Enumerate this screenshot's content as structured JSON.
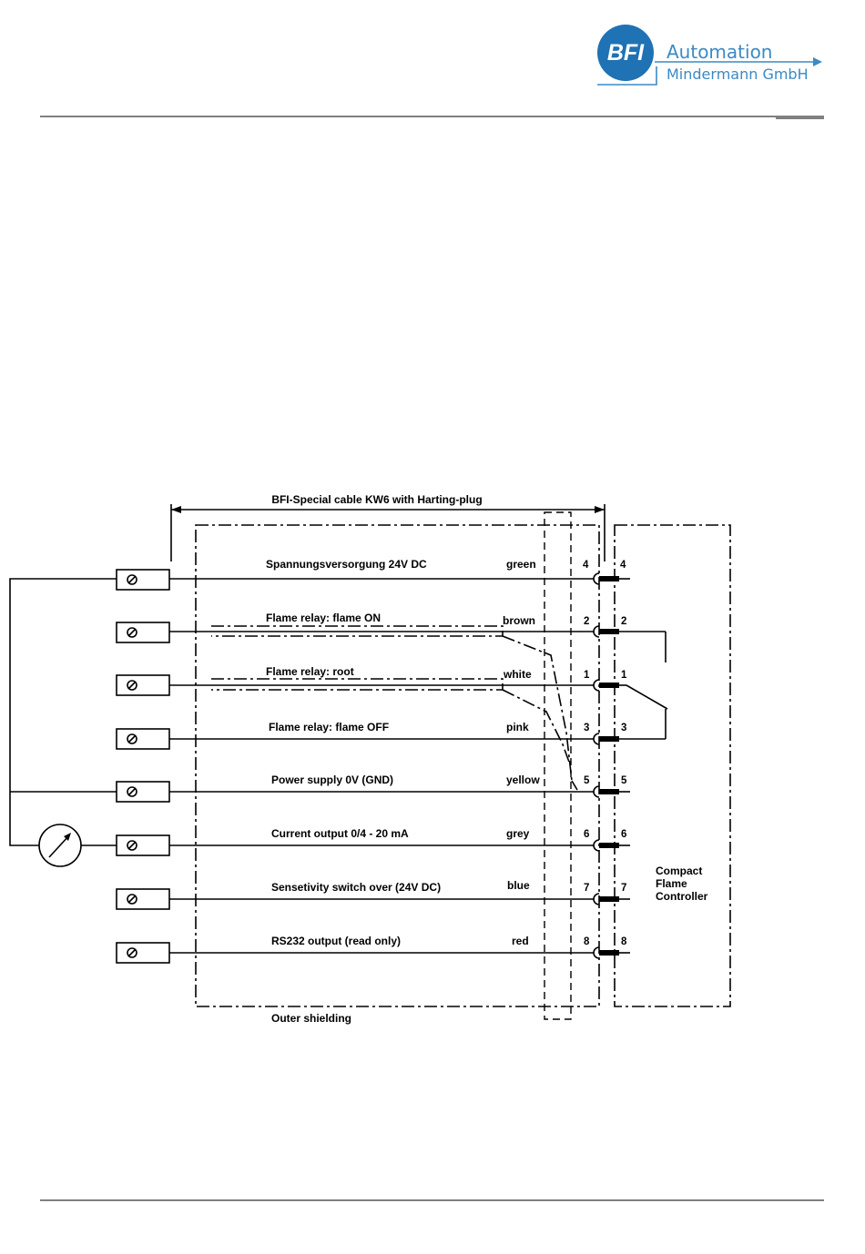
{
  "header": {
    "logo_text": "BFI",
    "company_line1": "Automation",
    "company_line2": "Mindermann GmbH",
    "brand_color": "#1f72b4"
  },
  "diagram": {
    "cable_title": "BFI-Special cable KW6 with Harting-plug",
    "outer_shielding_label": "Outer shielding",
    "controller_label": [
      "Compact",
      "Flame",
      "Controller"
    ],
    "rows": [
      {
        "signal": "Spannungsversorgung 24V DC",
        "color": "green",
        "pin_left": "4",
        "pin_right": "4"
      },
      {
        "signal": "Flame relay: flame ON",
        "color": "brown",
        "pin_left": "2",
        "pin_right": "2"
      },
      {
        "signal": "Flame relay: root",
        "color": "white",
        "pin_left": "1",
        "pin_right": "1"
      },
      {
        "signal": "Flame relay: flame OFF",
        "color": "pink",
        "pin_left": "3",
        "pin_right": "3"
      },
      {
        "signal": "Power supply 0V (GND)",
        "color": "yellow",
        "pin_left": "5",
        "pin_right": "5"
      },
      {
        "signal": "Current output  0/4 - 20 mA",
        "color": "grey",
        "pin_left": "6",
        "pin_right": "6"
      },
      {
        "signal": "Sensetivity switch over (24V DC)",
        "color": "blue",
        "pin_left": "7",
        "pin_right": "7"
      },
      {
        "signal": "RS232 output (read only)",
        "color": "red",
        "pin_left": "8",
        "pin_right": "8"
      }
    ]
  }
}
